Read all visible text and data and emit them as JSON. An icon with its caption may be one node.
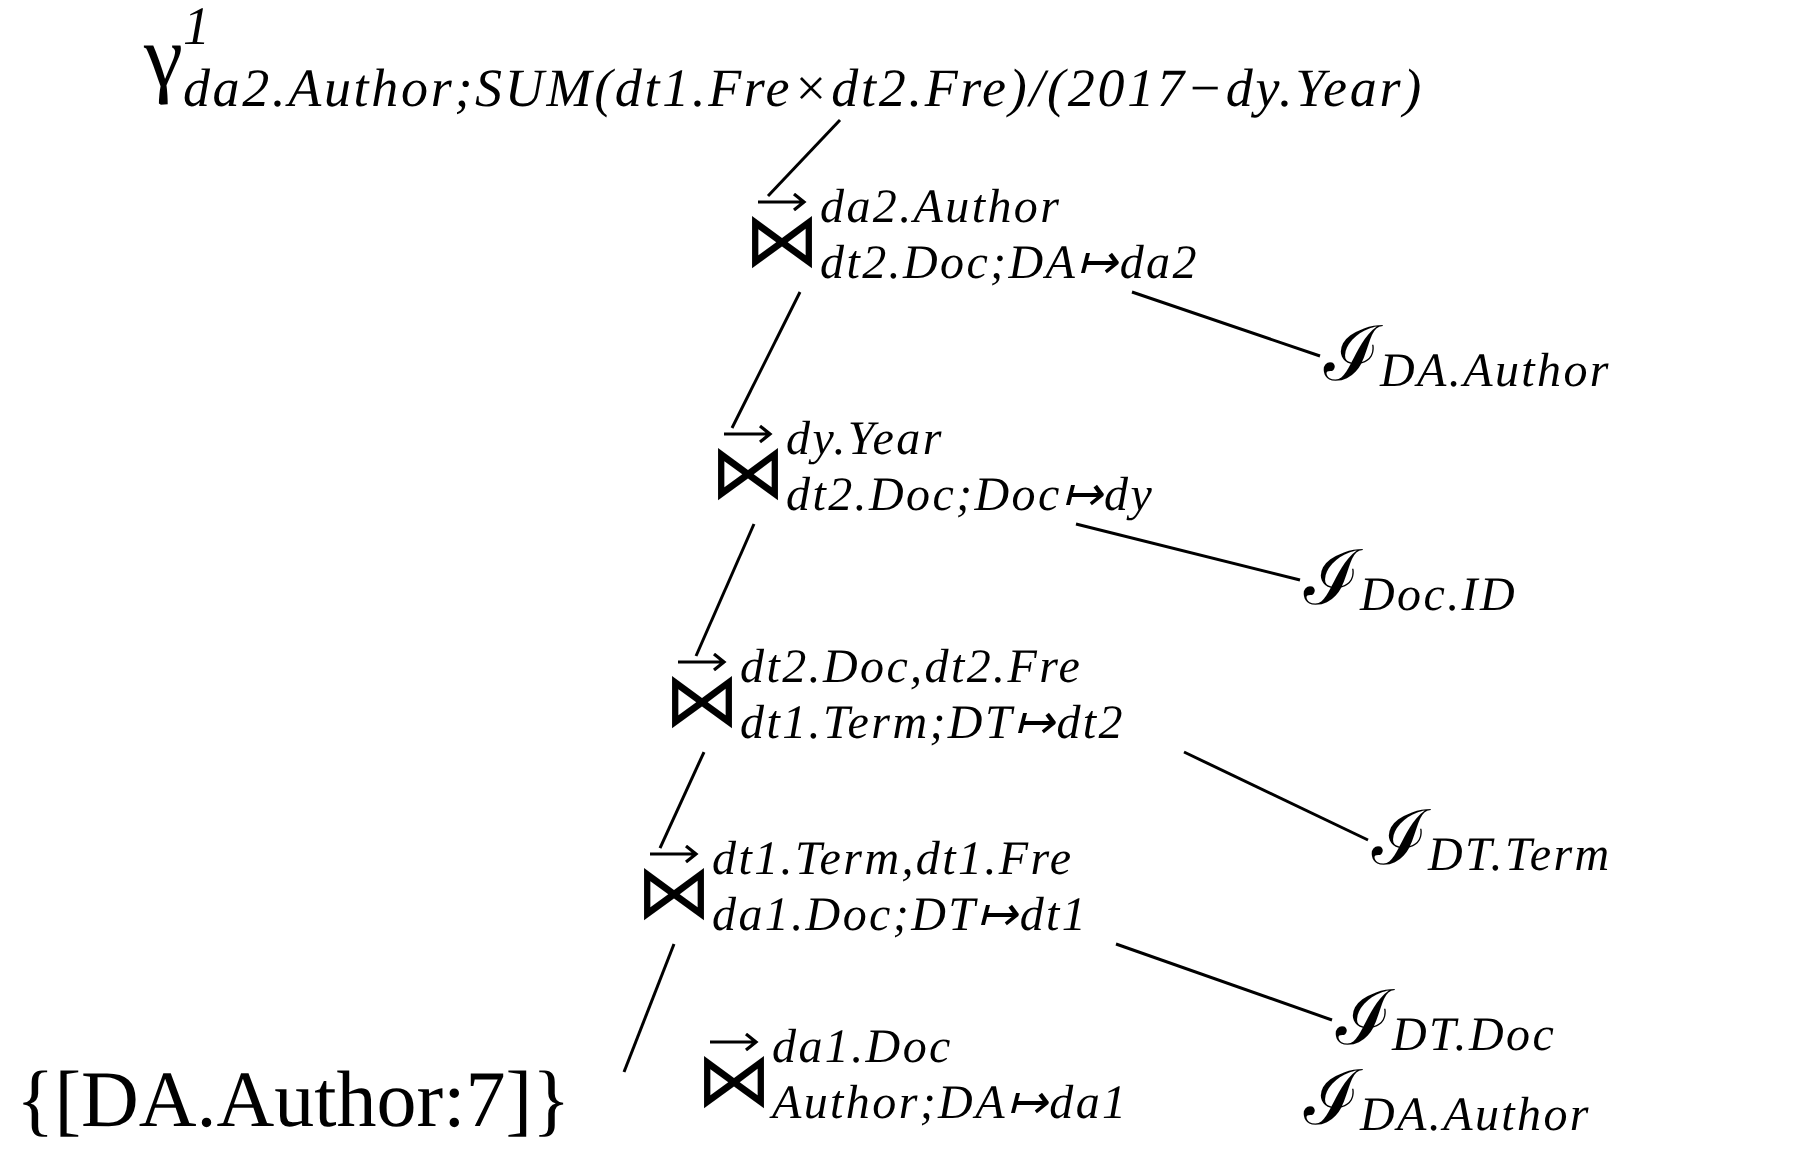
{
  "diagram": {
    "nodes": [
      {
        "text": [
          "γ",
          "1",
          "da2.Author;SUM(dt1.Fre×dt2.Fre)/(2017−dy.Year)"
        ]
      },
      {
        "text": [
          "⋈",
          "da2.Author",
          "dt2.Doc;DA↦da2"
        ]
      },
      {
        "text": [
          "ℐ",
          "DA.Author"
        ]
      },
      {
        "text": [
          "⋈",
          "dy.Year",
          "dt2.Doc;Doc↦dy"
        ]
      },
      {
        "text": [
          "ℐ",
          "Doc.ID"
        ]
      },
      {
        "text": [
          "⋈",
          "dt2.Doc,dt2.Fre",
          "dt1.Term;DT↦dt2"
        ]
      },
      {
        "text": [
          "ℐ",
          "DT.Term"
        ]
      },
      {
        "text": [
          "⋈",
          "dt1.Term,dt1.Fre",
          "da1.Doc;DT↦dt1"
        ]
      },
      {
        "text": [
          "ℐ",
          "DT.Doc"
        ]
      },
      {
        "text": [
          "{[DA.Author:7]}"
        ]
      },
      {
        "text": [
          "⋈",
          "da1.Doc",
          "Author;DA↦da1"
        ]
      },
      {
        "text": [
          "ℐ",
          "DA.Author"
        ]
      }
    ],
    "edges": [
      {
        "from": 0,
        "to": 1,
        "arrow": "none"
      },
      {
        "from": 1,
        "to": 2,
        "arrow": "none"
      },
      {
        "from": 1,
        "to": 3,
        "arrow": "none"
      },
      {
        "from": 3,
        "to": 4,
        "arrow": "none"
      },
      {
        "from": 3,
        "to": 5,
        "arrow": "none"
      },
      {
        "from": 5,
        "to": 6,
        "arrow": "none"
      },
      {
        "from": 5,
        "to": 7,
        "arrow": "none"
      },
      {
        "from": 7,
        "to": 8,
        "arrow": "none"
      },
      {
        "from": 7,
        "to": 9,
        "arrow": "none"
      }
    ]
  }
}
